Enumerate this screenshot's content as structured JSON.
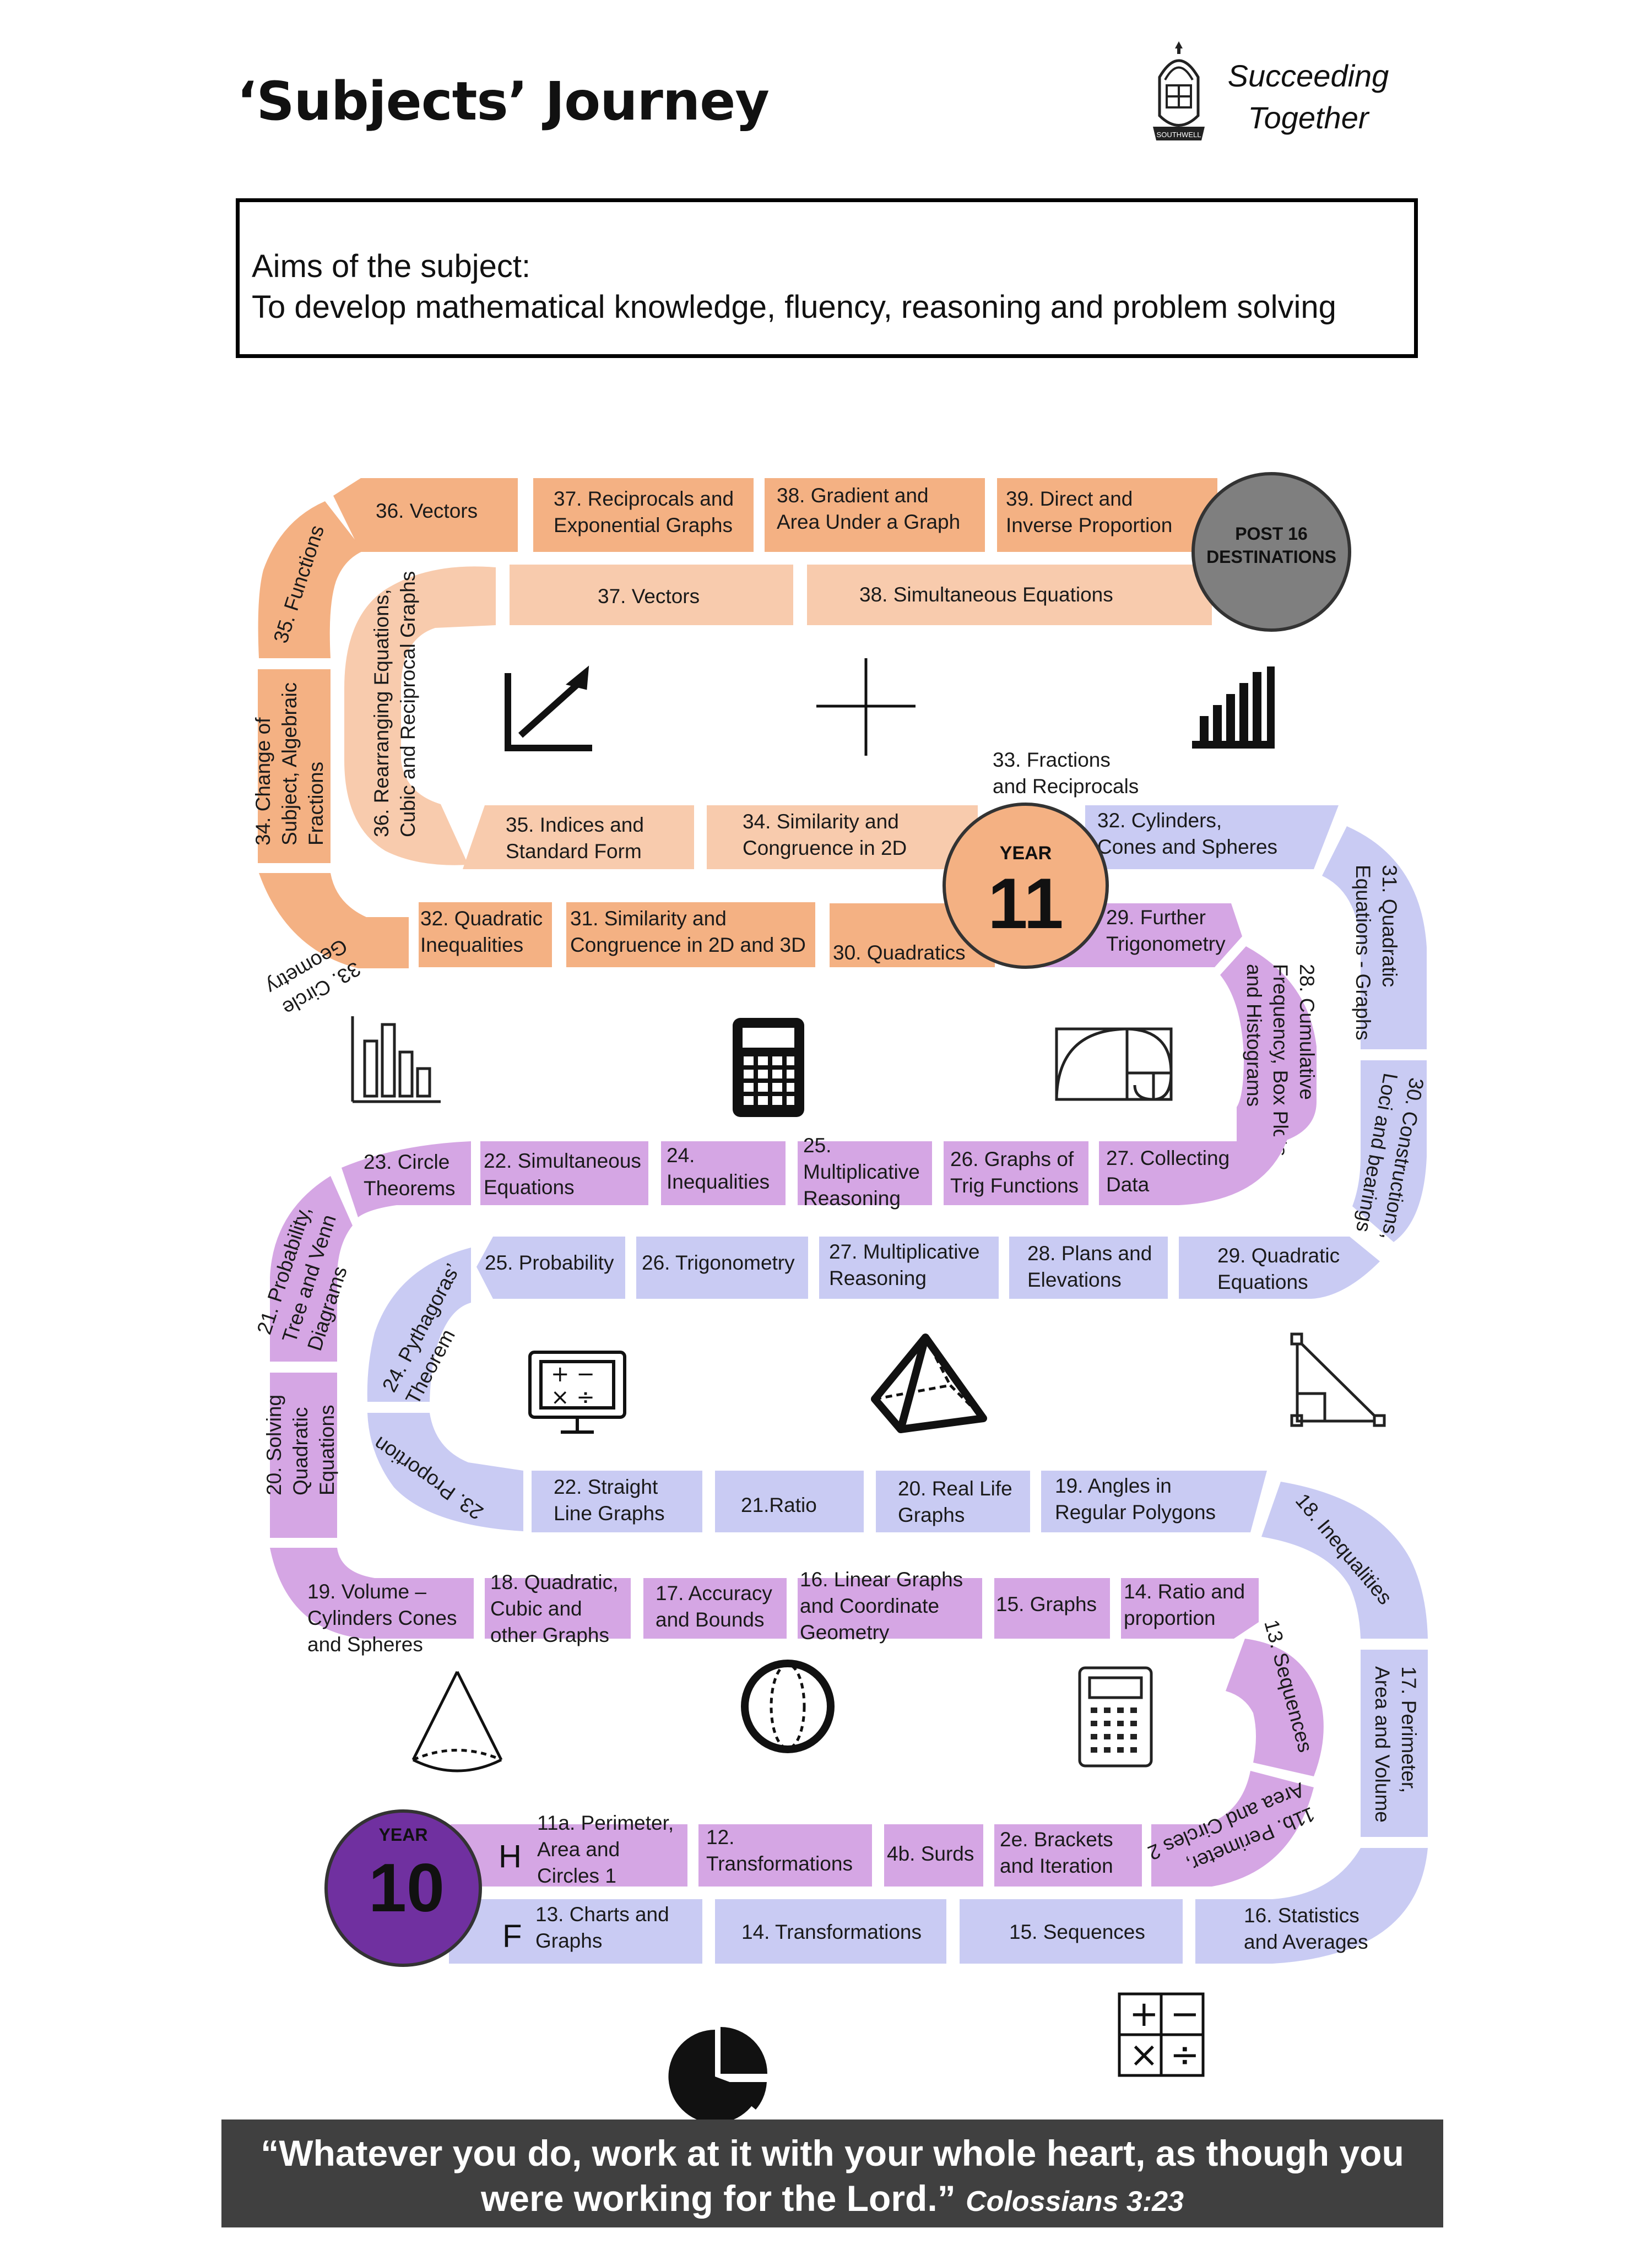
{
  "header": {
    "title": "‘Subjects’ Journey",
    "motto_line1": "Succeeding",
    "motto_line2": "Together",
    "logo_text": "SOUTHWELL"
  },
  "aims": {
    "heading": "Aims of the subject:",
    "text": "To develop mathematical knowledge, fluency, reasoning and problem solving"
  },
  "badges": {
    "post16": [
      "POST 16",
      "DESTINATIONS"
    ],
    "year11": {
      "label": "YEAR",
      "number": "11"
    },
    "year10": {
      "label": "YEAR",
      "number": "10"
    },
    "tier_h": "H",
    "tier_f": "F"
  },
  "colors": {
    "orange_dark": "#f4b183",
    "orange_light": "#f8cbad",
    "purple": "#d5a6e4",
    "lavender": "#c9cbf3",
    "year10": "#7030a0",
    "year11": "#f4b183",
    "post16": "#7f7f7f",
    "quote_bg": "#404040"
  },
  "tiles": [
    {
      "lines": [
        "36. Vectors"
      ]
    },
    {
      "lines": [
        "37. Reciprocals and",
        "Exponential Graphs"
      ]
    },
    {
      "lines": [
        "38. Gradient and",
        "Area Under a Graph"
      ]
    },
    {
      "lines": [
        "39. Direct and",
        "Inverse Proportion"
      ]
    },
    {
      "lines": [
        "37. Vectors"
      ]
    },
    {
      "lines": [
        "38. Simultaneous Equations"
      ]
    },
    {
      "lines": [
        "35. Functions"
      ]
    },
    {
      "lines": [
        "34. Change of",
        "Subject, Algebraic",
        "Fractions"
      ]
    },
    {
      "lines": [
        "36. Rearranging Equations,",
        "Cubic and Reciprocal Graphs"
      ]
    },
    {
      "lines": [
        "35. Indices and",
        "Standard Form"
      ]
    },
    {
      "lines": [
        "34. Similarity and",
        "Congruence in 2D"
      ]
    },
    {
      "lines": [
        "33. Fractions",
        "and Reciprocals"
      ]
    },
    {
      "lines": [
        "32. Cylinders,",
        "Cones and Spheres"
      ]
    },
    {
      "lines": [
        "33. Circle",
        "Geometry"
      ]
    },
    {
      "lines": [
        "32. Quadratic",
        "Inequalities"
      ]
    },
    {
      "lines": [
        "31. Similarity and",
        "Congruence in 2D and 3D"
      ]
    },
    {
      "lines": [
        "30. Quadratics"
      ]
    },
    {
      "lines": [
        "29. Further",
        "Trigonometry"
      ]
    },
    {
      "lines": [
        "31. Quadratic",
        "Equations - Graphs"
      ]
    },
    {
      "lines": [
        "28. Cumulative",
        "Frequency, Box Plots",
        "and Histograms"
      ]
    },
    {
      "lines": [
        "30. Constructions,",
        "Loci and bearings"
      ]
    },
    {
      "lines": [
        "23. Circle",
        "Theorems"
      ]
    },
    {
      "lines": [
        "22. Simultaneous",
        "Equations"
      ]
    },
    {
      "lines": [
        "24.",
        "Inequalities"
      ]
    },
    {
      "lines": [
        "25.",
        "Multiplicative",
        "Reasoning"
      ]
    },
    {
      "lines": [
        "26. Graphs of",
        "Trig Functions"
      ]
    },
    {
      "lines": [
        "27. Collecting",
        "Data"
      ]
    },
    {
      "lines": [
        "21. Probability,",
        "Tree and Venn",
        "Diagrams"
      ]
    },
    {
      "lines": [
        "25. Probability"
      ]
    },
    {
      "lines": [
        "26. Trigonometry"
      ]
    },
    {
      "lines": [
        "27. Multiplicative",
        "Reasoning"
      ]
    },
    {
      "lines": [
        "28. Plans and",
        "Elevations"
      ]
    },
    {
      "lines": [
        "29. Quadratic",
        "Equations"
      ]
    },
    {
      "lines": [
        "24. Pythagoras’",
        "Theorem"
      ]
    },
    {
      "lines": [
        "20. Solving",
        "Quadratic",
        "Equations"
      ]
    },
    {
      "lines": [
        "23. Proportion"
      ]
    },
    {
      "lines": [
        "22. Straight",
        "Line Graphs"
      ]
    },
    {
      "lines": [
        "21.Ratio"
      ]
    },
    {
      "lines": [
        "20. Real Life",
        "Graphs"
      ]
    },
    {
      "lines": [
        "19. Angles in",
        "Regular Polygons"
      ]
    },
    {
      "lines": [
        "18. Inequalities"
      ]
    },
    {
      "lines": [
        "19. Volume –",
        "Cylinders Cones",
        "and Spheres"
      ]
    },
    {
      "lines": [
        "18. Quadratic,",
        "Cubic and",
        "other Graphs"
      ]
    },
    {
      "lines": [
        "17. Accuracy",
        "and Bounds"
      ]
    },
    {
      "lines": [
        "16. Linear Graphs",
        "and Coordinate",
        "Geometry"
      ]
    },
    {
      "lines": [
        "15. Graphs"
      ]
    },
    {
      "lines": [
        "14. Ratio and",
        "proportion"
      ]
    },
    {
      "lines": [
        "13. Sequences"
      ]
    },
    {
      "lines": [
        "17. Perimeter,",
        "Area and Volume"
      ]
    },
    {
      "lines": [
        "11b. Perimeter,",
        "Area and Circles 2"
      ]
    },
    {
      "lines": [
        "11a. Perimeter,",
        "Area and",
        "Circles 1"
      ]
    },
    {
      "lines": [
        "12.",
        "Transformations"
      ]
    },
    {
      "lines": [
        "4b. Surds"
      ]
    },
    {
      "lines": [
        "2e. Brackets",
        "and Iteration"
      ]
    },
    {
      "lines": [
        "13. Charts and",
        "Graphs"
      ]
    },
    {
      "lines": [
        "14. Transformations"
      ]
    },
    {
      "lines": [
        "15. Sequences"
      ]
    },
    {
      "lines": [
        "16. Statistics",
        "and Averages"
      ]
    }
  ],
  "icons": [
    "line-graph-icon",
    "cross-axes-icon",
    "bar-chart-icon",
    "bar-chart-outline-icon",
    "calculator-icon",
    "golden-spiral-icon",
    "calculator-screen-icon",
    "pyramid-icon",
    "right-triangle-icon",
    "cone-icon",
    "sphere-icon",
    "calculator-outline-icon",
    "pie-chart-icon",
    "math-operators-icon"
  ],
  "quote": {
    "line1": "“Whatever you do, work at it with your whole heart, as though you",
    "line2": "were working for the Lord.”",
    "ref": "Colossians 3:23"
  }
}
